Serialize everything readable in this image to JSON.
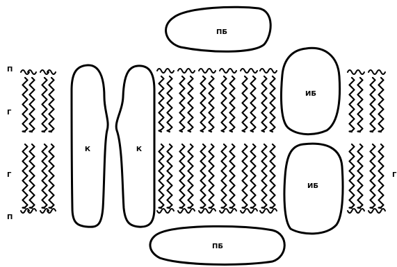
{
  "labels": {
    "peripheral_protein": "ПБ",
    "integral_protein": "ИБ",
    "channel": "К"
  },
  "side_labels": {
    "polar_top": "П",
    "hydrophobic_top": "Г",
    "hydrophobic_bottom": "Г",
    "polar_bottom": "П",
    "right_mid": "Г"
  }
}
